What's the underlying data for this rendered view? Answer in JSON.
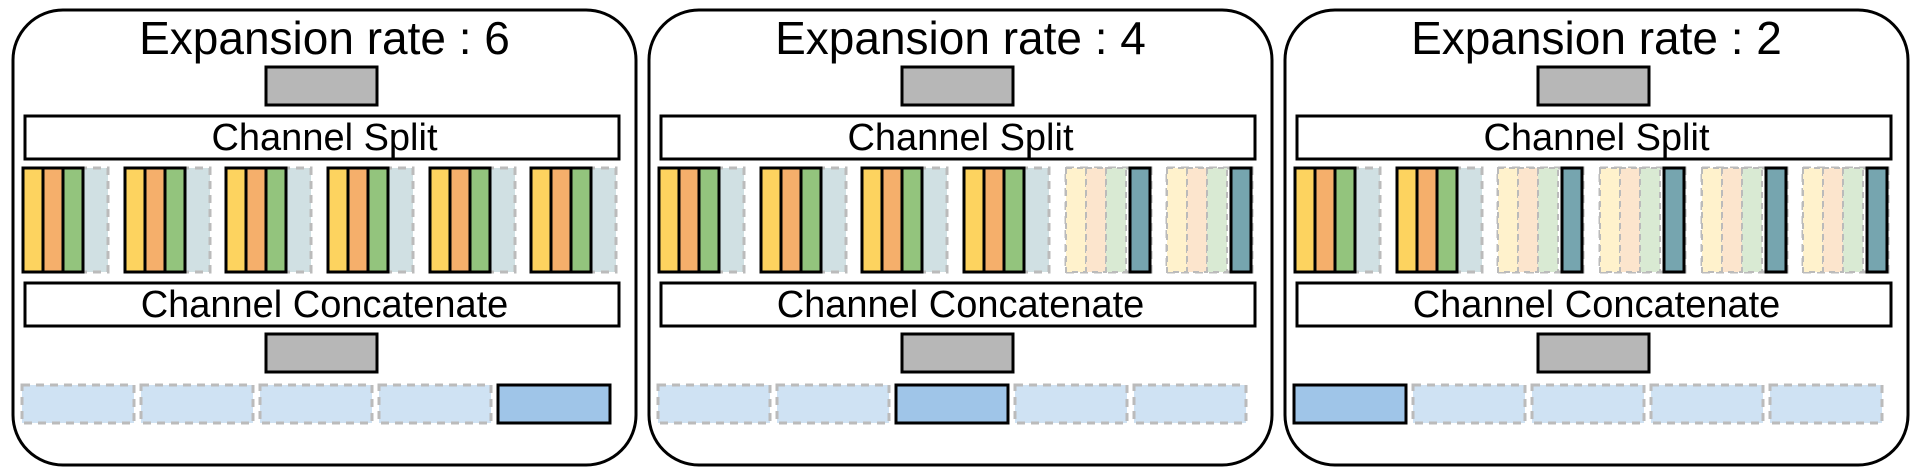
{
  "colors": {
    "yellow": "#FDD35F",
    "orange": "#F5AF6B",
    "green": "#93C47D",
    "teal": "#76A5AF",
    "blue": "#9FC5E8",
    "gray": "#B7B7B7",
    "stroke": "#000000",
    "dashed": "#BBBBBB"
  },
  "panels": [
    {
      "title": "Expansion rate : 6",
      "split_label": "Channel Split",
      "concat_label": "Channel Concatenate",
      "groups": [
        "active",
        "active",
        "active",
        "active",
        "active",
        "active"
      ],
      "output_selected": 4
    },
    {
      "title": "Expansion rate : 4",
      "split_label": "Channel Split",
      "concat_label": "Channel Concatenate",
      "groups": [
        "active",
        "active",
        "active",
        "active",
        "inactive",
        "inactive"
      ],
      "output_selected": 2
    },
    {
      "title": "Expansion rate : 2",
      "split_label": "Channel Split",
      "concat_label": "Channel Concatenate",
      "groups": [
        "active",
        "active",
        "inactive",
        "inactive",
        "inactive",
        "inactive"
      ],
      "output_selected": 0
    }
  ]
}
